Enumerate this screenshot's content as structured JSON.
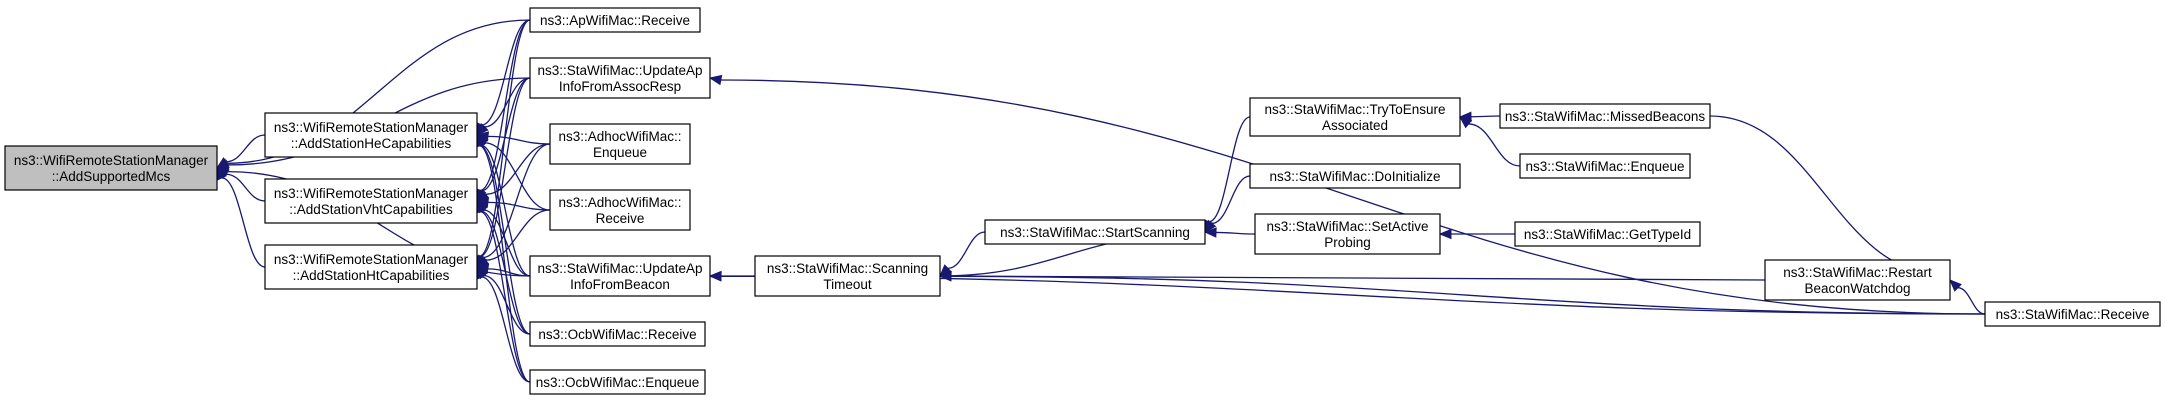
{
  "graph": {
    "type": "call-graph",
    "direction": "right-to-left",
    "colors": {
      "edge": "#191970",
      "node_border": "#000000",
      "root_fill": "#bfbfbf",
      "node_fill": "#ffffff"
    },
    "nodes": {
      "root": {
        "lines": [
          "ns3::WifiRemoteStationManager",
          "::AddSupportedMcs"
        ]
      },
      "he": {
        "lines": [
          "ns3::WifiRemoteStationManager",
          "::AddStationHeCapabilities"
        ]
      },
      "vht": {
        "lines": [
          "ns3::WifiRemoteStationManager",
          "::AddStationVhtCapabilities"
        ]
      },
      "ht": {
        "lines": [
          "ns3::WifiRemoteStationManager",
          "::AddStationHtCapabilities"
        ]
      },
      "apRecv": {
        "lines": [
          "ns3::ApWifiMac::Receive"
        ]
      },
      "updAssoc": {
        "lines": [
          "ns3::StaWifiMac::UpdateAp",
          "InfoFromAssocResp"
        ]
      },
      "adhocEnq": {
        "lines": [
          "ns3::AdhocWifiMac::",
          "Enqueue"
        ]
      },
      "adhocRecv": {
        "lines": [
          "ns3::AdhocWifiMac::",
          "Receive"
        ]
      },
      "updBeacon": {
        "lines": [
          "ns3::StaWifiMac::UpdateAp",
          "InfoFromBeacon"
        ]
      },
      "ocbRecv": {
        "lines": [
          "ns3::OcbWifiMac::Receive"
        ]
      },
      "ocbEnq": {
        "lines": [
          "ns3::OcbWifiMac::Enqueue"
        ]
      },
      "scanTimeout": {
        "lines": [
          "ns3::StaWifiMac::Scanning",
          "Timeout"
        ]
      },
      "startScan": {
        "lines": [
          "ns3::StaWifiMac::StartScanning"
        ]
      },
      "tryAssoc": {
        "lines": [
          "ns3::StaWifiMac::TryToEnsure",
          "Associated"
        ]
      },
      "doInit": {
        "lines": [
          "ns3::StaWifiMac::DoInitialize"
        ]
      },
      "setProbe": {
        "lines": [
          "ns3::StaWifiMac::SetActive",
          "Probing"
        ]
      },
      "missed": {
        "lines": [
          "ns3::StaWifiMac::MissedBeacons"
        ]
      },
      "staEnq": {
        "lines": [
          "ns3::StaWifiMac::Enqueue"
        ]
      },
      "getType": {
        "lines": [
          "ns3::StaWifiMac::GetTypeId"
        ]
      },
      "restart": {
        "lines": [
          "ns3::StaWifiMac::Restart",
          "BeaconWatchdog"
        ]
      },
      "staRecv": {
        "lines": [
          "ns3::StaWifiMac::Receive"
        ]
      }
    },
    "edges": [
      [
        "he",
        "root"
      ],
      [
        "vht",
        "root"
      ],
      [
        "ht",
        "root"
      ],
      [
        "apRecv",
        "root"
      ],
      [
        "updAssoc",
        "root"
      ],
      [
        "updBeacon",
        "root"
      ],
      [
        "apRecv",
        "he"
      ],
      [
        "updAssoc",
        "he"
      ],
      [
        "adhocEnq",
        "he"
      ],
      [
        "adhocRecv",
        "he"
      ],
      [
        "updBeacon",
        "he"
      ],
      [
        "ocbRecv",
        "he"
      ],
      [
        "ocbEnq",
        "he"
      ],
      [
        "apRecv",
        "vht"
      ],
      [
        "updAssoc",
        "vht"
      ],
      [
        "adhocEnq",
        "vht"
      ],
      [
        "adhocRecv",
        "vht"
      ],
      [
        "updBeacon",
        "vht"
      ],
      [
        "ocbRecv",
        "vht"
      ],
      [
        "ocbEnq",
        "vht"
      ],
      [
        "apRecv",
        "ht"
      ],
      [
        "updAssoc",
        "ht"
      ],
      [
        "adhocEnq",
        "ht"
      ],
      [
        "adhocRecv",
        "ht"
      ],
      [
        "updBeacon",
        "ht"
      ],
      [
        "ocbRecv",
        "ht"
      ],
      [
        "ocbEnq",
        "ht"
      ],
      [
        "staRecv",
        "updAssoc"
      ],
      [
        "scanTimeout",
        "updBeacon"
      ],
      [
        "staRecv",
        "updBeacon"
      ],
      [
        "startScan",
        "scanTimeout"
      ],
      [
        "restart",
        "scanTimeout"
      ],
      [
        "staRecv",
        "scanTimeout"
      ],
      [
        "scanTimeout",
        "startScan"
      ],
      [
        "tryAssoc",
        "startScan"
      ],
      [
        "doInit",
        "startScan"
      ],
      [
        "setProbe",
        "startScan"
      ],
      [
        "missed",
        "tryAssoc"
      ],
      [
        "staEnq",
        "tryAssoc"
      ],
      [
        "getType",
        "setProbe"
      ],
      [
        "missed",
        "restart"
      ],
      [
        "staRecv",
        "restart"
      ]
    ]
  }
}
